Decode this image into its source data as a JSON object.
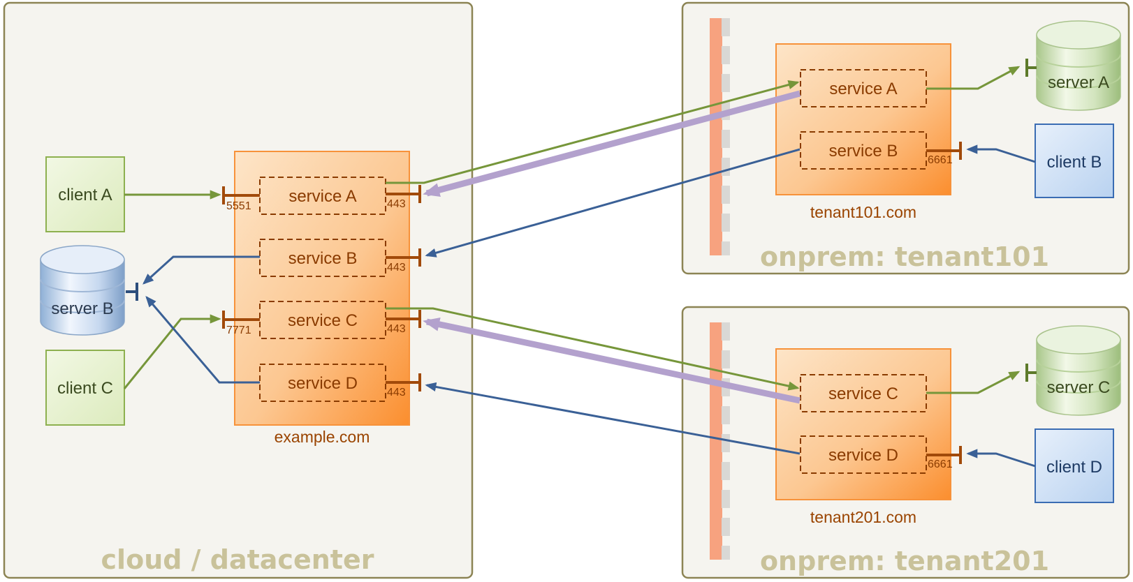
{
  "zones": {
    "cloud": "cloud / datacenter",
    "tenant101": "onprem: tenant101",
    "tenant201": "onprem: tenant201"
  },
  "hosts": {
    "example": "example.com",
    "tenant101": "tenant101.com",
    "tenant201": "tenant201.com"
  },
  "cloud": {
    "client_a": "client A",
    "client_c": "client C",
    "server_b": "server B",
    "services": [
      "service A",
      "service B",
      "service C",
      "service D"
    ],
    "ports_in": {
      "a": "5551",
      "c": "7771"
    },
    "ports_out": [
      "443",
      "443",
      "443",
      "443"
    ]
  },
  "tenant101": {
    "service_a": "service A",
    "service_b": "service B",
    "server_a": "server A",
    "client_b": "client B",
    "port_b": "6661"
  },
  "tenant201": {
    "service_c": "service C",
    "service_d": "service D",
    "server_c": "server C",
    "client_d": "client D",
    "port_d": "6661"
  },
  "colors": {
    "green_link": "#76963a",
    "blue_link": "#3a6096",
    "tunnel": "#b3a1cd",
    "port_bar": "#a14a0a",
    "zone_fill": "#f5f4ef",
    "zone_border": "#8c8454",
    "firewall": "#f7a27f"
  }
}
